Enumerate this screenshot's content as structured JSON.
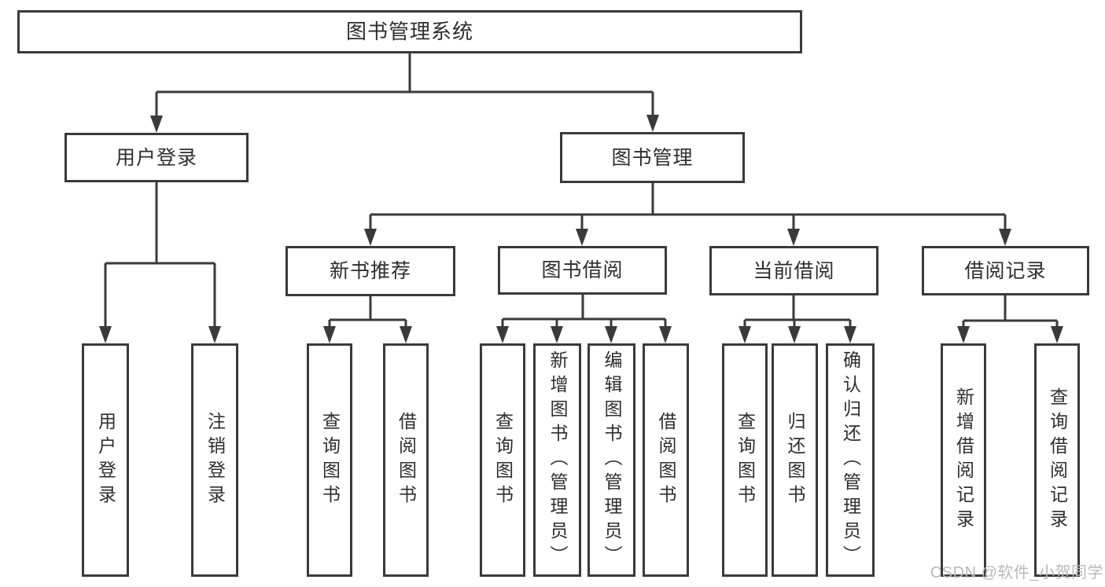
{
  "diagram_type": "hierarchy-tree",
  "colors": {
    "line": "#3a3a3a",
    "text": "#2e2e2e",
    "background": "#ffffff",
    "watermark": "#b9b9bd"
  },
  "watermark": {
    "text": "CSDN @软件_小贺同学"
  },
  "tree": {
    "root": {
      "label": "图书管理系统",
      "children": [
        {
          "label": "用户登录",
          "children": [
            {
              "label": "用户登录"
            },
            {
              "label": "注销登录"
            }
          ]
        },
        {
          "label": "图书管理",
          "children": [
            {
              "label": "新书推荐",
              "children": [
                {
                  "label": "查询图书"
                },
                {
                  "label": "借阅图书"
                }
              ]
            },
            {
              "label": "图书借阅",
              "children": [
                {
                  "label": "查询图书"
                },
                {
                  "label": "新增图书（管理员）"
                },
                {
                  "label": "编辑图书（管理员）"
                },
                {
                  "label": "借阅图书"
                }
              ]
            },
            {
              "label": "当前借阅",
              "children": [
                {
                  "label": "查询图书"
                },
                {
                  "label": "归还图书"
                },
                {
                  "label": "确认归还（管理员）"
                }
              ]
            },
            {
              "label": "借阅记录",
              "children": [
                {
                  "label": "新增借阅记录"
                },
                {
                  "label": "查询借阅记录"
                }
              ]
            }
          ]
        }
      ]
    }
  }
}
